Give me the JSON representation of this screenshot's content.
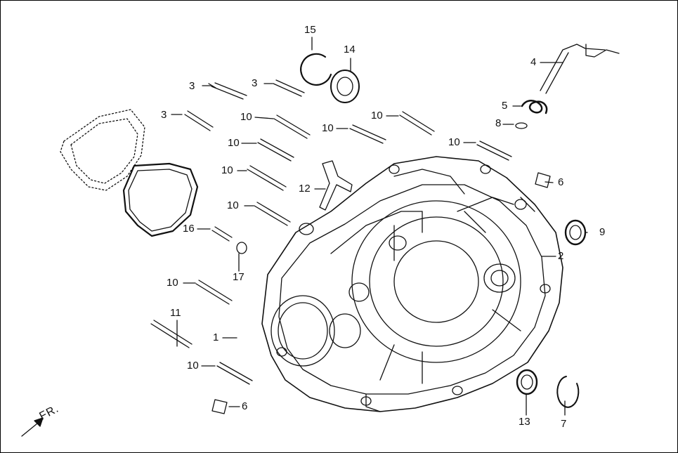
{
  "diagram": {
    "direction_label": "FR.",
    "callouts": [
      {
        "id": "c15",
        "text": "15"
      },
      {
        "id": "c14",
        "text": "14"
      },
      {
        "id": "c4",
        "text": "4"
      },
      {
        "id": "c3a",
        "text": "3"
      },
      {
        "id": "c3b",
        "text": "3"
      },
      {
        "id": "c3c",
        "text": "3"
      },
      {
        "id": "c5",
        "text": "5"
      },
      {
        "id": "c8",
        "text": "8"
      },
      {
        "id": "c10a",
        "text": "10"
      },
      {
        "id": "c10b",
        "text": "10"
      },
      {
        "id": "c10c",
        "text": "10"
      },
      {
        "id": "c10d",
        "text": "10"
      },
      {
        "id": "c10e",
        "text": "10"
      },
      {
        "id": "c10f",
        "text": "10"
      },
      {
        "id": "c10g",
        "text": "10"
      },
      {
        "id": "c10h",
        "text": "10"
      },
      {
        "id": "c10i",
        "text": "10"
      },
      {
        "id": "c6a",
        "text": "6"
      },
      {
        "id": "c12",
        "text": "12"
      },
      {
        "id": "c16",
        "text": "16"
      },
      {
        "id": "c9",
        "text": "9"
      },
      {
        "id": "c2",
        "text": "2"
      },
      {
        "id": "c17",
        "text": "17"
      },
      {
        "id": "c11",
        "text": "11"
      },
      {
        "id": "c1",
        "text": "1"
      },
      {
        "id": "c6b",
        "text": "6"
      },
      {
        "id": "c13",
        "text": "13"
      },
      {
        "id": "c7",
        "text": "7"
      }
    ]
  }
}
